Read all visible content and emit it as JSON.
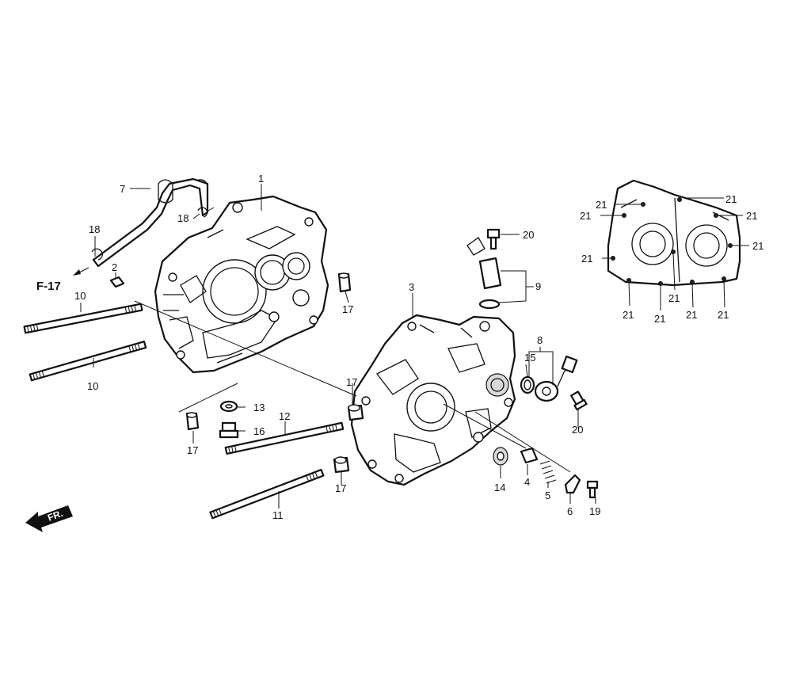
{
  "reference": {
    "label": "F-17"
  },
  "direction": {
    "label": "FR."
  },
  "callouts": {
    "c1": "1",
    "c2": "2",
    "c3": "3",
    "c4": "4",
    "c5": "5",
    "c6": "6",
    "c7": "7",
    "c8": "8",
    "c9": "9",
    "c10a": "10",
    "c10b": "10",
    "c11": "11",
    "c12": "12",
    "c13": "13",
    "c14": "14",
    "c15": "15",
    "c16": "16",
    "c17a": "17",
    "c17b": "17",
    "c17c": "17",
    "c17d": "17",
    "c18a": "18",
    "c18b": "18",
    "c19": "19",
    "c20a": "20",
    "c20b": "20",
    "c21a": "21",
    "c21b": "21",
    "c21c": "21",
    "c21d": "21",
    "c21e": "21",
    "c21f": "21",
    "c21g": "21",
    "c21h": "21",
    "c21i": "21",
    "c21j": "21",
    "c21k": "21"
  }
}
